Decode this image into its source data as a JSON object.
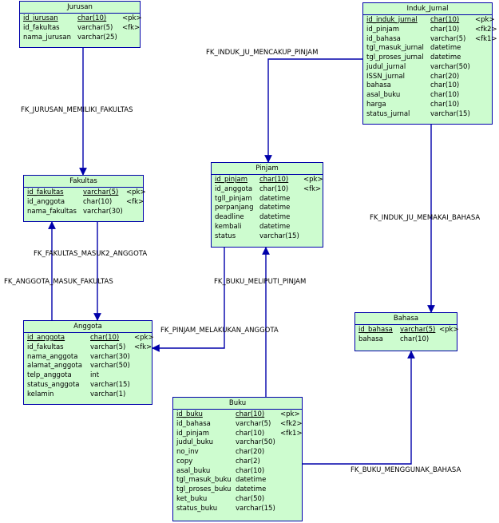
{
  "entities": {
    "jurusan": {
      "title": "Jurusan",
      "rows": [
        {
          "name": "id_jurusan",
          "type": "char(10)",
          "key": "<pk>",
          "pk": true
        },
        {
          "name": "id_fakultas",
          "type": "varchar(5)",
          "key": "<fk>"
        },
        {
          "name": "nama_jurusan",
          "type": "varchar(25)",
          "key": ""
        }
      ]
    },
    "induk_jurnal": {
      "title": "Induk_Jurnal",
      "rows": [
        {
          "name": "id_induk_jurnal",
          "type": "char(10)",
          "key": "<pk>",
          "pk": true
        },
        {
          "name": "id_pinjam",
          "type": "char(10)",
          "key": "<fk2>"
        },
        {
          "name": "id_bahasa",
          "type": "varchar(5)",
          "key": "<fk1>"
        },
        {
          "name": "tgl_masuk_jurnal",
          "type": "datetime",
          "key": ""
        },
        {
          "name": "tgl_proses_jurnal",
          "type": "datetime",
          "key": ""
        },
        {
          "name": "judul_jurnal",
          "type": "varchar(50)",
          "key": ""
        },
        {
          "name": "ISSN_jurnal",
          "type": "char(20)",
          "key": ""
        },
        {
          "name": "bahasa",
          "type": "char(10)",
          "key": ""
        },
        {
          "name": "asal_buku",
          "type": "char(10)",
          "key": ""
        },
        {
          "name": "harga",
          "type": "char(10)",
          "key": ""
        },
        {
          "name": "status_jurnal",
          "type": "varchar(15)",
          "key": ""
        }
      ]
    },
    "fakultas": {
      "title": "Fakultas",
      "rows": [
        {
          "name": "id_fakultas",
          "type": "varchar(5)",
          "key": "<pk>",
          "pk": true
        },
        {
          "name": "id_anggota",
          "type": "char(10)",
          "key": "<fk>"
        },
        {
          "name": "nama_fakultas",
          "type": "varchar(30)",
          "key": ""
        }
      ]
    },
    "pinjam": {
      "title": "Pinjam",
      "rows": [
        {
          "name": "id_pinjam",
          "type": "char(10)",
          "key": "<pk>",
          "pk": true
        },
        {
          "name": "id_anggota",
          "type": "char(10)",
          "key": "<fk>"
        },
        {
          "name": "tgll_pinjam",
          "type": "datetime",
          "key": ""
        },
        {
          "name": "perpanjang",
          "type": "datetime",
          "key": ""
        },
        {
          "name": "deadline",
          "type": "datetime",
          "key": ""
        },
        {
          "name": "kembali",
          "type": "datetime",
          "key": ""
        },
        {
          "name": "status",
          "type": "varchar(15)",
          "key": ""
        }
      ]
    },
    "anggota": {
      "title": "Anggota",
      "rows": [
        {
          "name": "id_anggota",
          "type": "char(10)",
          "key": "<pk>",
          "pk": true
        },
        {
          "name": "id_fakultas",
          "type": "varchar(5)",
          "key": "<fk>"
        },
        {
          "name": "nama_anggota",
          "type": "varchar(30)",
          "key": ""
        },
        {
          "name": "alamat_anggota",
          "type": "varchar(50)",
          "key": ""
        },
        {
          "name": "telp_anggota",
          "type": "int",
          "key": ""
        },
        {
          "name": "status_anggota",
          "type": "varchar(15)",
          "key": ""
        },
        {
          "name": "kelamin",
          "type": "varchar(1)",
          "key": ""
        }
      ]
    },
    "bahasa": {
      "title": "Bahasa",
      "rows": [
        {
          "name": "id_bahasa",
          "type": "varchar(5)",
          "key": "<pk>",
          "pk": true
        },
        {
          "name": "bahasa",
          "type": "char(10)",
          "key": ""
        }
      ]
    },
    "buku": {
      "title": "Buku",
      "rows": [
        {
          "name": "id_buku",
          "type": "char(10)",
          "key": "<pk>",
          "pk": true
        },
        {
          "name": "id_bahasa",
          "type": "varchar(5)",
          "key": "<fk2>"
        },
        {
          "name": "id_pinjam",
          "type": "char(10)",
          "key": "<fk1>"
        },
        {
          "name": "judul_buku",
          "type": "varchar(50)",
          "key": ""
        },
        {
          "name": "no_inv",
          "type": "char(20)",
          "key": ""
        },
        {
          "name": "copy",
          "type": "char(2)",
          "key": ""
        },
        {
          "name": "asal_buku",
          "type": "char(10)",
          "key": ""
        },
        {
          "name": "tgl_masuk_buku",
          "type": "datetime",
          "key": ""
        },
        {
          "name": "tgl_proses_buku",
          "type": "datetime",
          "key": ""
        },
        {
          "name": "ket_buku",
          "type": "char(50)",
          "key": ""
        },
        {
          "name": "status_buku",
          "type": "varchar(15)",
          "key": ""
        }
      ]
    }
  },
  "relations": {
    "fk_jurusan_memiliki_fakultas": "FK_JURUSAN_MEMILIKI_FAKULTAS",
    "fk_induk_ju_mencakup_pinjam": "FK_INDUK_JU_MENCAKUP_PINJAM",
    "fk_induk_ju_memakai_bahasa": "FK_INDUK_JU_MEMAKAI_BAHASA",
    "fk_fakultas_masuk2_anggota": "FK_FAKULTAS_MASUK2_ANGGOTA",
    "fk_anggota_masuk_fakultas": "FK_ANGGOTA_MASUK_FAKULTAS",
    "fk_buku_meliputi_pinjam": "FK_BUKU_MELIPUTI_PINJAM",
    "fk_pinjam_melakukan_anggota": "FK_PINJAM_MELAKUKAN_ANGGOTA",
    "fk_buku_menggunak_bahasa": "FK_BUKU_MENGGUNAK_BAHASA"
  },
  "colors": {
    "entity_fill": "#cdfccf",
    "line": "#0000aa",
    "text": "#000000"
  }
}
